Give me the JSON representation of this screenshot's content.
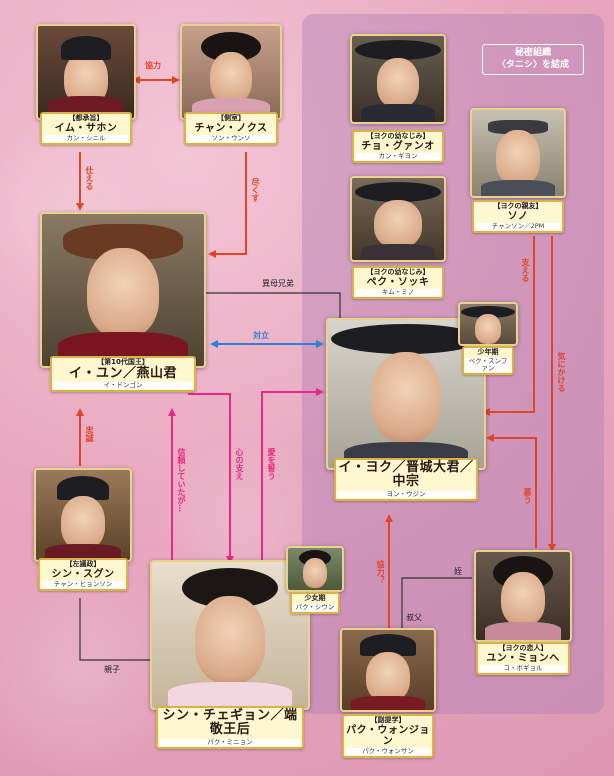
{
  "colors": {
    "coop": "#e0452a",
    "opposition": "#2f7fd4",
    "love": "#e82a86",
    "family": "#333333"
  },
  "organization": {
    "line1": "秘密組織",
    "line2": "〈タニシ〉を結成"
  },
  "characters": {
    "im_sahon": {
      "role": "【都承旨】",
      "name": "イム・サホン",
      "actor": "カン・シニル"
    },
    "chan_nokusu": {
      "role": "【側室】",
      "name": "チャン・ノクス",
      "actor": "ソン・ウンソ"
    },
    "yun": {
      "role": "【第10代国王】",
      "name": "イ・ユン／燕山君",
      "actor": "イ・ドンゴン"
    },
    "cho_gyanoi": {
      "role": "【ヨクの幼なじみ】",
      "name": "チョ・グァンオ",
      "actor": "カン・ギヨン"
    },
    "peku_sokki": {
      "role": "【ヨクの幼なじみ】",
      "name": "ペク・ソッキ",
      "actor": "キム・ミノ"
    },
    "sono": {
      "role": "【ヨクの親友】",
      "name": "ソノ",
      "actor": "チャンソン／2PM"
    },
    "yokku": {
      "role": "",
      "name": "イ・ヨク／晋城大君／中宗",
      "actor": "ヨン・ウジン"
    },
    "yokku_young": {
      "role": "少年期",
      "actor": "ペク・スンファン"
    },
    "shin_sugun": {
      "role": "【左議政】",
      "name": "シン・スグン",
      "actor": "チャン・ヒョンソン"
    },
    "chegyon": {
      "role": "",
      "name": "シン・チェギョン／端敬王后",
      "actor": "パク・ミニョン"
    },
    "chegyon_young": {
      "role": "少女期",
      "actor": "パク・シウン"
    },
    "peku_wonjon": {
      "role": "【副提学】",
      "name": "パク・ウォンジョン",
      "actor": "パク・ウォンサン"
    },
    "yun_myonhe": {
      "role": "【ヨクの恋人】",
      "name": "ユン・ミョンへ",
      "actor": "コ・ボギョル"
    }
  },
  "relations": {
    "kyoryoku": "協力",
    "tsukaeru": "仕える",
    "tsukusu": "尽くす",
    "ibo_kyodai": "異母兄弟",
    "tairitsu": "対立",
    "sasaeru": "支える",
    "ki_ni_kakeru": "気にかける",
    "chusei": "忠誠",
    "shinrai": "信頼していたが…",
    "kokoro": "心の支え",
    "ai_wo_chikau": "愛を誓う",
    "shitau": "慕う",
    "kyoryoku_q": "協力？",
    "mei": "姪",
    "shukufu": "叔父",
    "oyako": "親子"
  }
}
